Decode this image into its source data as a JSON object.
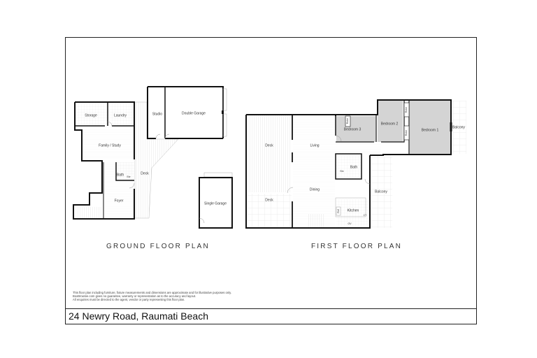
{
  "document": {
    "address": "24 Newry Road, Raumati Beach",
    "disclaimer": [
      "This floor plan including furniture, fixture measurements and dimensions are approximate and for illustrative purposes only.",
      "BoxBrownie.com gives no guarantee, warranty or representation as to the accuracy and layout.",
      "All enquiries must be directed to the agent, vendor or party representing this floor plan."
    ]
  },
  "ground_floor": {
    "title": "GROUND FLOOR PLAN",
    "rooms": {
      "storage": "Storage",
      "laundry": "Laundry",
      "family_study": "Family / Study",
      "bath": "Bath",
      "shower": "Shr",
      "foyer": "Foyer",
      "deck": "Deck",
      "studio": "Studio",
      "double_garage": "Double Garage",
      "single_garage": "Single Garage"
    }
  },
  "first_floor": {
    "title": "FIRST FLOOR PLAN",
    "rooms": {
      "deck_upper": "Deck",
      "deck_lower": "Deck",
      "living": "Living",
      "dining": "Dining",
      "kitchen": "Kitchen",
      "bath": "Bath",
      "shower": "Shr",
      "bedroom_3": "Bedroom 3",
      "bedroom_2": "Bedroom 2",
      "bedroom_1": "Bedroom 1",
      "robe_1": "Robe",
      "robe_2": "Robe",
      "robe_3": "Robe",
      "balcony_bed1": "Balcony",
      "balcony_main": "Balcony",
      "fridge": "Ref",
      "oven": "OV",
      "cooktop": "CT"
    }
  },
  "colors": {
    "wall": "#111111",
    "bedroom_fill": "#d4d4d4",
    "deck_line": "#cfcfcf",
    "grid_line": "#e2e2e2"
  }
}
